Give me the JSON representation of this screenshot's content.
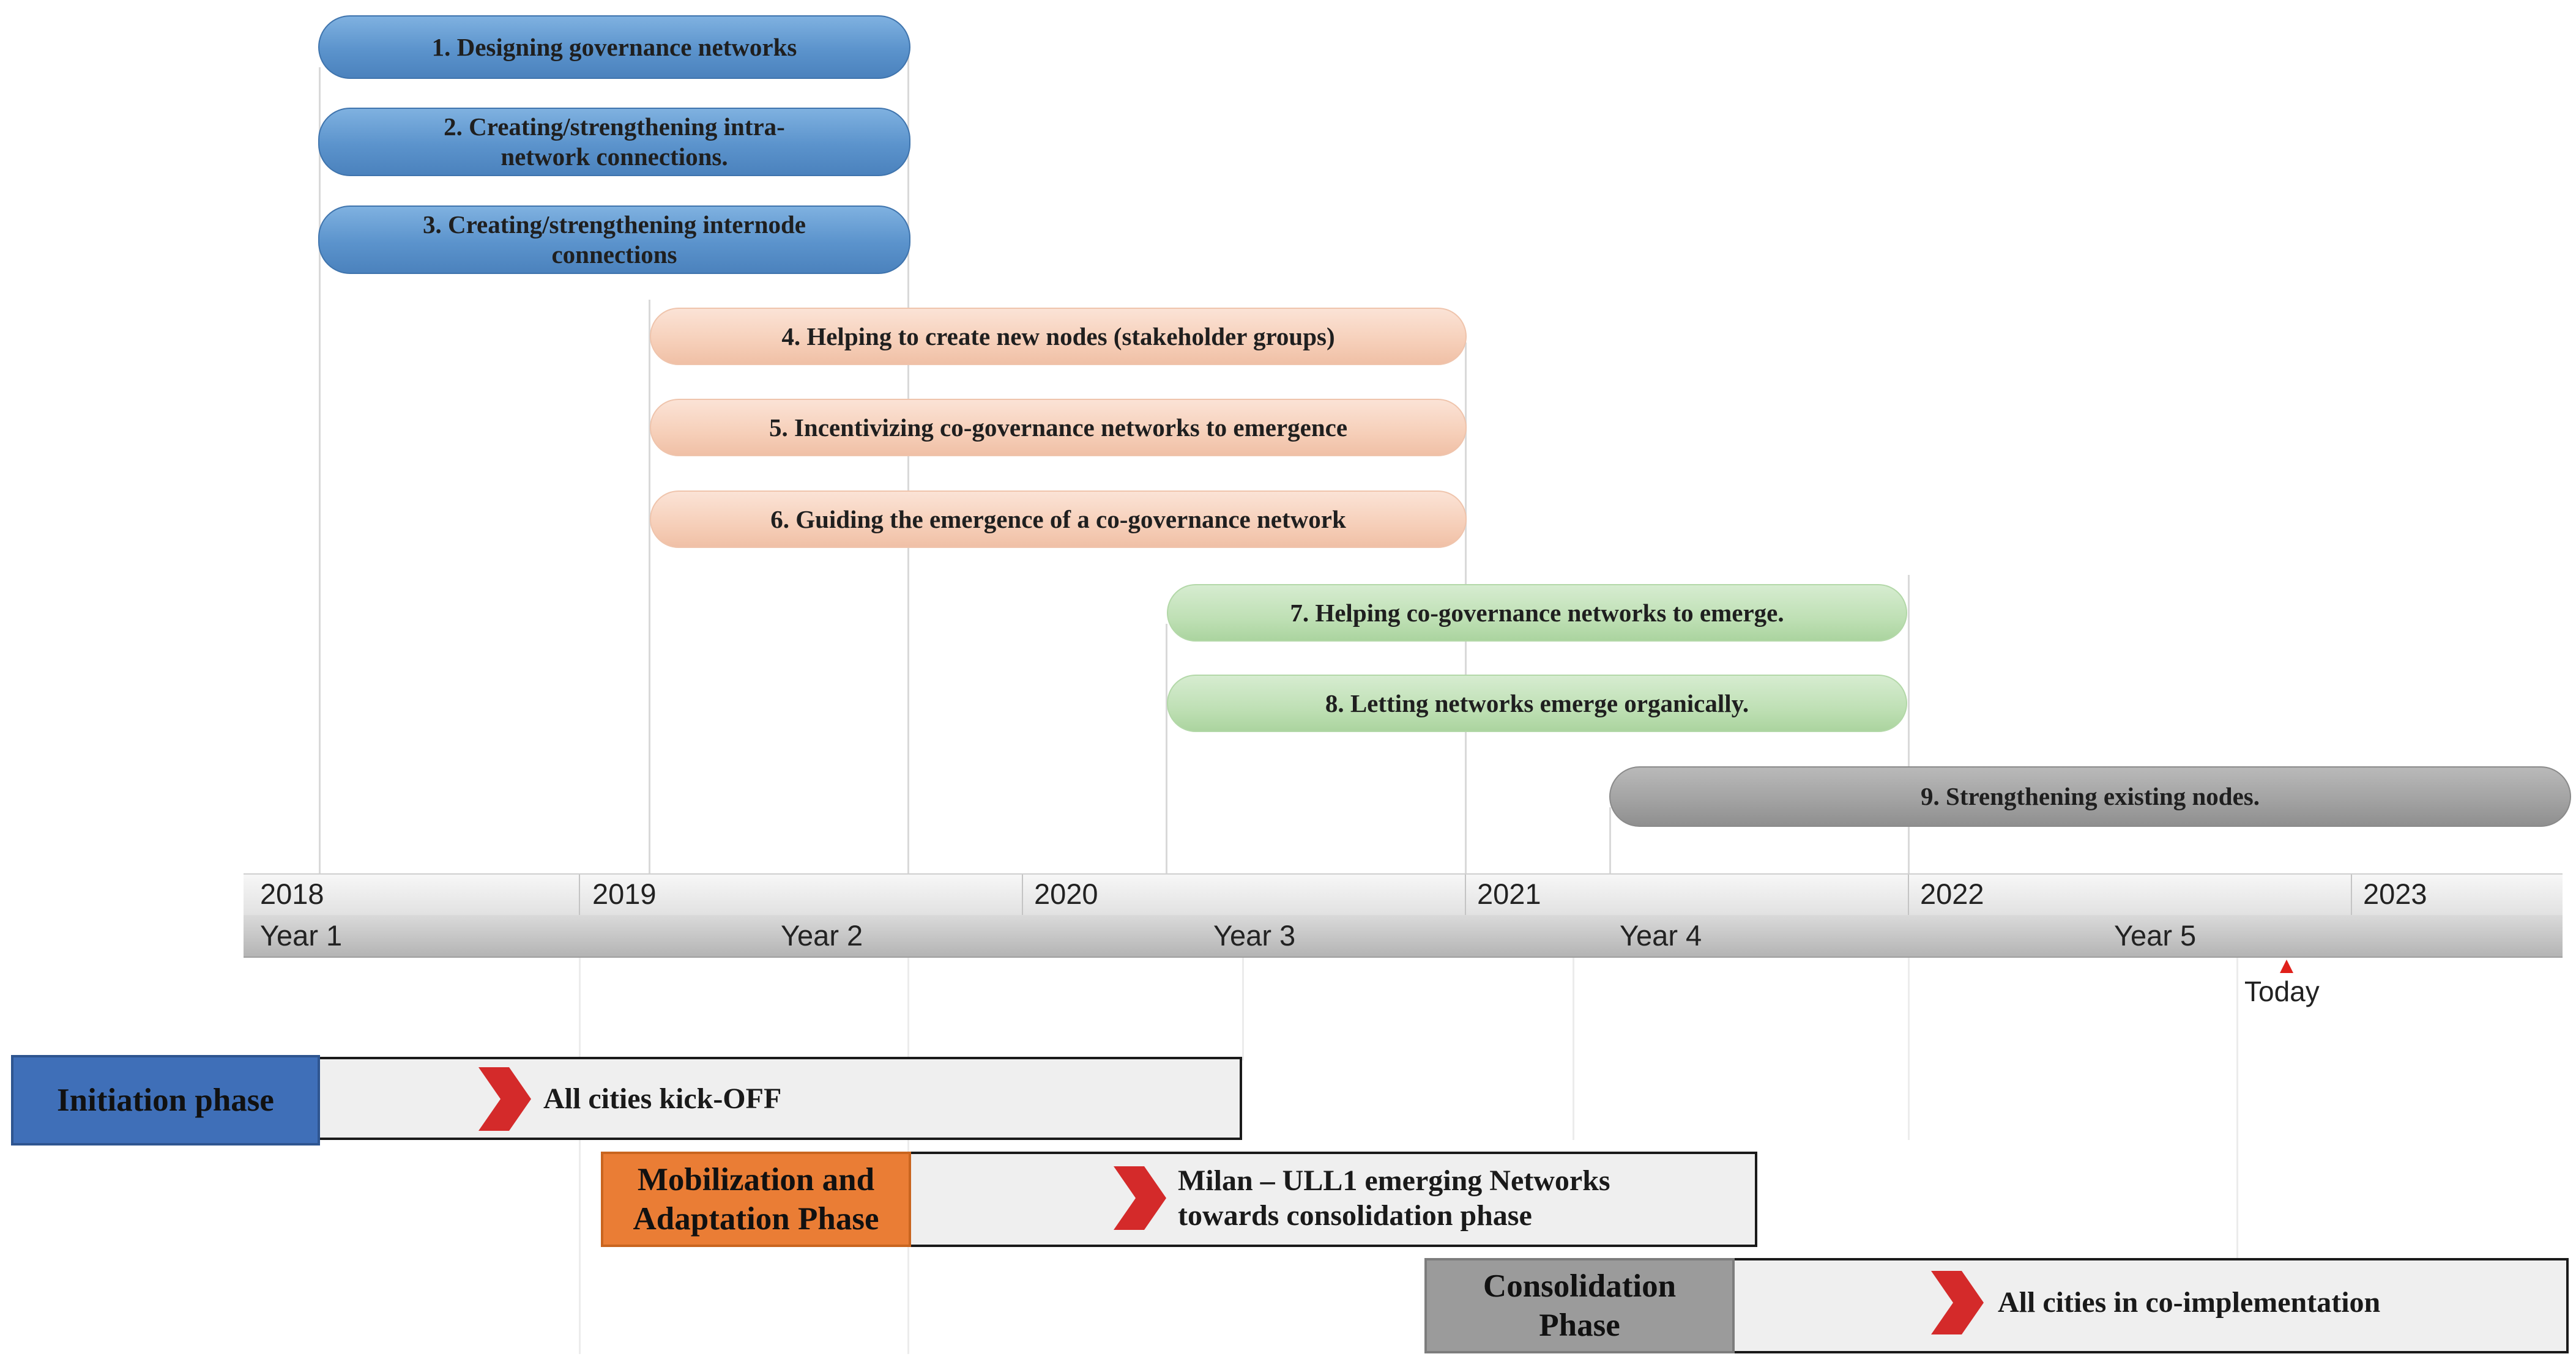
{
  "actions": [
    {
      "id": 1,
      "label": "1. Designing governance networks",
      "group": "blue"
    },
    {
      "id": 2,
      "label": "2. Creating/strengthening intra-\nnetwork connections.",
      "group": "blue"
    },
    {
      "id": 3,
      "label": "3. Creating/strengthening internode\nconnections",
      "group": "blue"
    },
    {
      "id": 4,
      "label": "4. Helping to create new nodes (stakeholder groups)",
      "group": "peach"
    },
    {
      "id": 5,
      "label": "5. Incentivizing co-governance networks to emergence",
      "group": "peach"
    },
    {
      "id": 6,
      "label": "6.  Guiding the emergence of a co-governance network",
      "group": "peach"
    },
    {
      "id": 7,
      "label": "7.  Helping co-governance networks to emerge.",
      "group": "green"
    },
    {
      "id": 8,
      "label": "8. Letting networks emerge organically.",
      "group": "green"
    },
    {
      "id": 9,
      "label": "9. Strengthening existing nodes.",
      "group": "gray"
    }
  ],
  "timeline": {
    "years": [
      "2018",
      "2019",
      "2020",
      "2021",
      "2022",
      "2023"
    ],
    "project_years": [
      "Year 1",
      "Year 2",
      "Year 3",
      "Year 4",
      "Year 5"
    ],
    "today_label": "Today",
    "today_marker_color": "#e0201b"
  },
  "phases": [
    {
      "name": "Initiation  phase",
      "note": "All cities kick-OFF",
      "color": "#3f6fb8",
      "text_color": "#111111"
    },
    {
      "name": "Mobilization  and\nAdaptation Phase",
      "note": "Milan – ULL1 emerging Networks\ntowards consolidation phase",
      "color": "#ea7d35",
      "text_color": "#111111"
    },
    {
      "name": "Consolidation\nPhase",
      "note": "All cities in co-implementation",
      "color": "#9b9b9b",
      "text_color": "#111111"
    }
  ],
  "colors": {
    "blue_pill": "#5b93cc",
    "peach_pill": "#f6cfb9",
    "green_pill": "#bfe0b5",
    "gray_pill": "#a3a3a3",
    "chevron": "#d42a2a"
  }
}
